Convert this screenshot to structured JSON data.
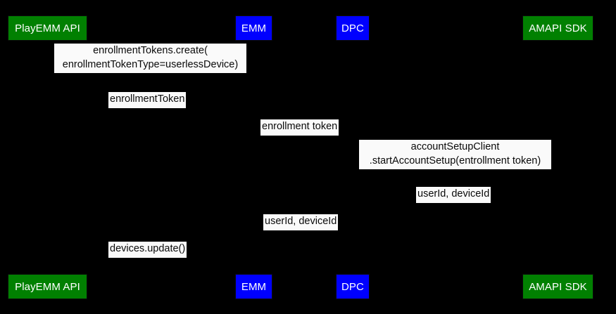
{
  "diagram": {
    "type": "sequence-diagram",
    "background_color": "#000000",
    "label_background_color": "#fafafa",
    "label_text_color": "#0a0a0a",
    "participant_text_color": "#ffffff"
  },
  "participants": [
    {
      "id": "playemm-api",
      "label": "PlayEMM API",
      "color": "#018001",
      "color_name": "green"
    },
    {
      "id": "emm",
      "label": "EMM",
      "color": "#0000ff",
      "color_name": "blue"
    },
    {
      "id": "dpc",
      "label": "DPC",
      "color": "#0000ff",
      "color_name": "blue"
    },
    {
      "id": "amapi-sdk",
      "label": "AMAPI SDK",
      "color": "#018001",
      "color_name": "green"
    }
  ],
  "messages": [
    {
      "id": "msg-enrollment-tokens-create",
      "from": "emm",
      "to": "playemm-api",
      "line1": "enrollmentTokens.create(",
      "line2": "enrollmentTokenType=userlessDevice)"
    },
    {
      "id": "msg-enrollment-token-return",
      "from": "playemm-api",
      "to": "emm",
      "line1": "enrollmentToken",
      "line2": ""
    },
    {
      "id": "msg-enrollment-token-to-dpc",
      "from": "emm",
      "to": "dpc",
      "line1": "enrollment token",
      "line2": ""
    },
    {
      "id": "msg-start-account-setup",
      "from": "dpc",
      "to": "amapi-sdk",
      "line1": "accountSetupClient",
      "line2": ".startAccountSetup(entrollment token)"
    },
    {
      "id": "msg-userid-deviceid-to-dpc",
      "from": "amapi-sdk",
      "to": "dpc",
      "line1": "userId, deviceId",
      "line2": ""
    },
    {
      "id": "msg-userid-deviceid-to-emm",
      "from": "dpc",
      "to": "emm",
      "line1": "userId, deviceId",
      "line2": ""
    },
    {
      "id": "msg-devices-update",
      "from": "emm",
      "to": "playemm-api",
      "line1": "devices.update()",
      "line2": ""
    }
  ]
}
